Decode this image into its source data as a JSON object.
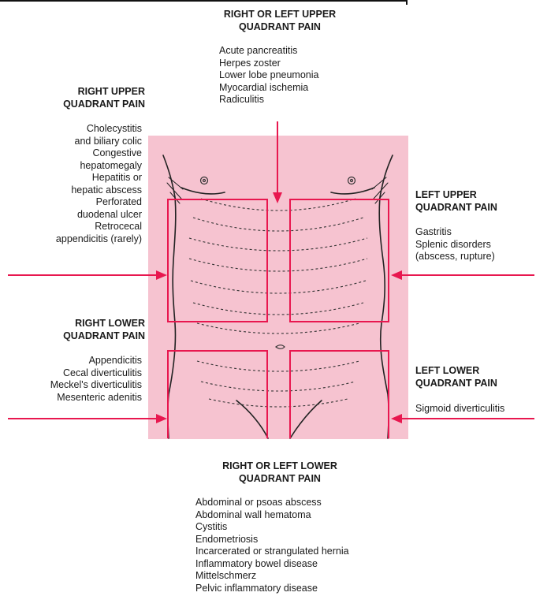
{
  "regions": {
    "upper_both": {
      "heading": [
        "RIGHT OR LEFT UPPER",
        "QUADRANT PAIN"
      ],
      "items": [
        "Acute pancreatitis",
        "Herpes zoster",
        "Lower lobe pneumonia",
        "Myocardial ischemia",
        "Radiculitis"
      ]
    },
    "right_upper": {
      "heading": [
        "RIGHT UPPER",
        "QUADRANT PAIN"
      ],
      "items": [
        "Cholecystitis",
        "and biliary colic",
        "Congestive",
        "hepatomegaly",
        "Hepatitis or",
        "hepatic abscess",
        "Perforated",
        "duodenal ulcer",
        "Retrocecal",
        "appendicitis (rarely)"
      ]
    },
    "left_upper": {
      "heading": [
        "LEFT UPPER",
        "QUADRANT PAIN"
      ],
      "items": [
        "Gastritis",
        "Splenic disorders",
        "(abscess, rupture)"
      ]
    },
    "right_lower": {
      "heading": [
        "RIGHT LOWER",
        "QUADRANT PAIN"
      ],
      "items": [
        "Appendicitis",
        "Cecal diverticulitis",
        "Meckel's diverticulitis",
        "Mesenteric adenitis"
      ]
    },
    "left_lower": {
      "heading": [
        "LEFT LOWER",
        "QUADRANT PAIN"
      ],
      "items": [
        "Sigmoid diverticulitis"
      ]
    },
    "lower_both": {
      "heading": [
        "RIGHT OR LEFT LOWER",
        "QUADRANT PAIN"
      ],
      "items": [
        "Abdominal or psoas abscess",
        "Abdominal wall hematoma",
        "Cystitis",
        "Endometriosis",
        "Incarcerated or strangulated hernia",
        "Inflammatory bowel disease",
        "Mittelschmerz",
        "Pelvic inflammatory disease"
      ]
    }
  },
  "colors": {
    "panel": "#f6c3d0",
    "accent": "#e8174f",
    "ink": "#1a1a1a"
  }
}
